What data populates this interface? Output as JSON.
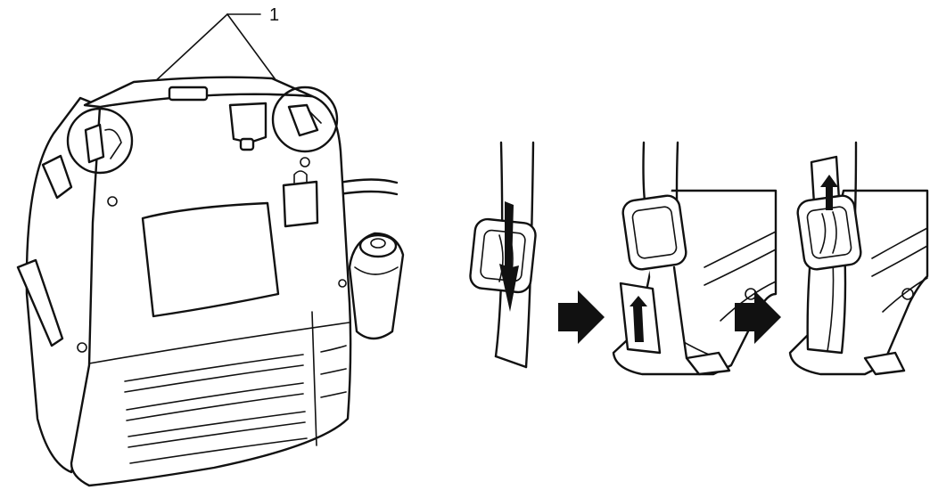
{
  "figure": {
    "callout_label": "1",
    "colors": {
      "line": "#111111",
      "background": "#ffffff"
    },
    "panels": [
      {
        "id": "device",
        "description_icon": "backpack-device-icon"
      },
      {
        "id": "step-1",
        "description_icon": "strap-buckle-icon"
      },
      {
        "id": "step-2",
        "description_icon": "strap-insert-icon"
      },
      {
        "id": "step-3",
        "description_icon": "strap-fastened-icon"
      }
    ],
    "arrows": [
      "next-step-arrow-icon",
      "next-step-arrow-icon"
    ]
  }
}
